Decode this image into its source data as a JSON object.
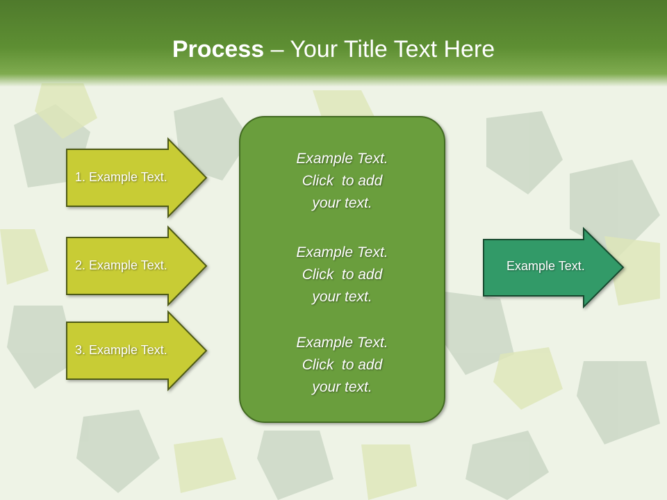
{
  "title": {
    "bold": "Process",
    "rest": " – Your Title Text Here"
  },
  "input_arrows": [
    {
      "label": "1. Example Text."
    },
    {
      "label": "2. Example Text."
    },
    {
      "label": "3. Example Text."
    }
  ],
  "center_box": {
    "blocks": [
      {
        "line1": "Example Text.",
        "line2": "Click  to add",
        "line3": "your text."
      },
      {
        "line1": "Example Text.",
        "line2": "Click  to add",
        "line3": "your text."
      },
      {
        "line1": "Example Text.",
        "line2": "Click  to add",
        "line3": "your text."
      }
    ]
  },
  "output_arrow": {
    "label": "Example Text."
  },
  "colors": {
    "header": "#5e8f33",
    "input_arrow": "#c8cc35",
    "center_box": "#6a9e3c",
    "output_arrow": "#329a68"
  }
}
